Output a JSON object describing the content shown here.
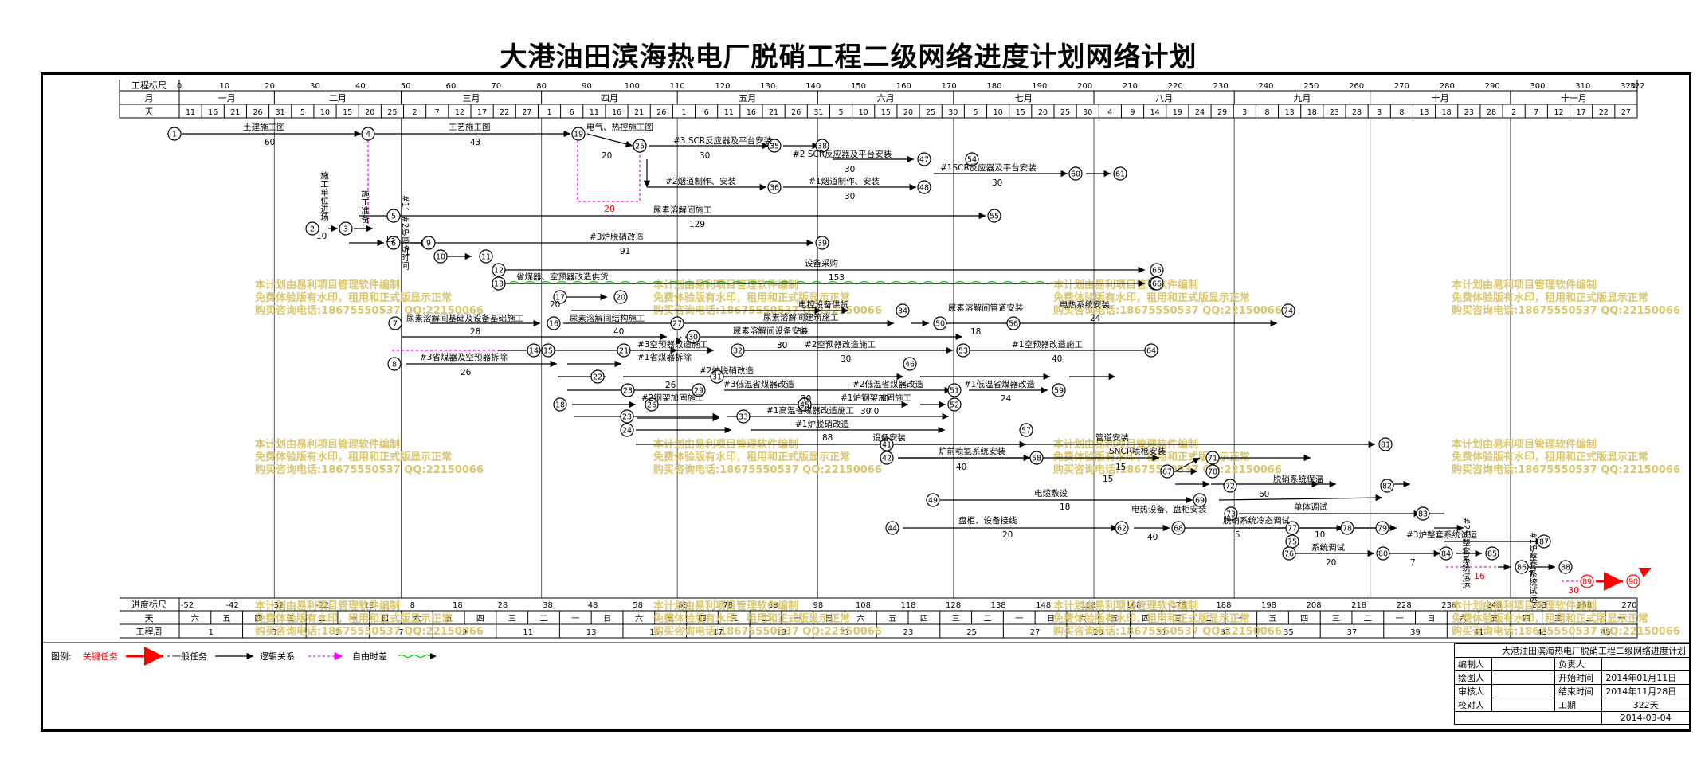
{
  "title": "大港油田滨海热电厂脱硝工程二级网络进度计划网络计划",
  "header_rows": {
    "scale_label": "工程标尺",
    "month_label": "月",
    "day_label": "天",
    "scale_ticks": [
      "0",
      "10",
      "20",
      "30",
      "40",
      "50",
      "60",
      "70",
      "80",
      "90",
      "100",
      "110",
      "120",
      "130",
      "140",
      "150",
      "160",
      "170",
      "180",
      "190",
      "200",
      "210",
      "220",
      "230",
      "240",
      "250",
      "260",
      "270",
      "280",
      "290",
      "300",
      "310",
      "320",
      "322"
    ],
    "months": [
      "一月",
      "二月",
      "三月",
      "四月",
      "五月",
      "六月",
      "七月",
      "八月",
      "九月",
      "十月",
      "十一月"
    ],
    "days": [
      "11",
      "16",
      "21",
      "26",
      "31",
      "5",
      "10",
      "15",
      "20",
      "25",
      "2",
      "7",
      "12",
      "17",
      "22",
      "27",
      "1",
      "6",
      "11",
      "16",
      "21",
      "26",
      "1",
      "6",
      "11",
      "16",
      "21",
      "26",
      "31",
      "5",
      "10",
      "15",
      "20",
      "25",
      "30",
      "5",
      "10",
      "15",
      "20",
      "25",
      "30",
      "4",
      "9",
      "14",
      "19",
      "24",
      "29",
      "3",
      "8",
      "13",
      "18",
      "23",
      "28",
      "3",
      "8",
      "13",
      "18",
      "23",
      "28",
      "2",
      "7",
      "12",
      "17",
      "22",
      "27"
    ]
  },
  "footer_rows": {
    "progress_label": "进度标尺",
    "weekday_label": "天",
    "week_label": "工程周",
    "progress_ticks": [
      "-52",
      "-42",
      "-32",
      "-22",
      "-12",
      "8",
      "18",
      "28",
      "38",
      "48",
      "58",
      "68",
      "78",
      "88",
      "98",
      "108",
      "118",
      "128",
      "138",
      "148",
      "158",
      "168",
      "178",
      "188",
      "198",
      "208",
      "218",
      "228",
      "238",
      "248",
      "258",
      "268",
      "270"
    ],
    "weekdays": [
      "六",
      "五",
      "四",
      "三",
      "二",
      "一",
      "日",
      "六",
      "五",
      "四",
      "三",
      "二",
      "一",
      "日",
      "六",
      "五",
      "四",
      "三",
      "二",
      "一",
      "日",
      "六",
      "五",
      "四",
      "三",
      "二",
      "一",
      "日",
      "六",
      "五",
      "四",
      "三",
      "二",
      "一",
      "五",
      "四",
      "三",
      "二",
      "一",
      "日",
      "六",
      "五",
      "四",
      "三",
      "二",
      "一"
    ],
    "weeks": [
      "1",
      "3",
      "5",
      "7",
      "9",
      "11",
      "13",
      "15",
      "17",
      "19",
      "21",
      "23",
      "25",
      "27",
      "29",
      "31",
      "33",
      "35",
      "37",
      "39",
      "41",
      "43",
      "45"
    ]
  },
  "watermark": {
    "line1": "本计划由易利项目管理软件编制",
    "line2": "免费体验版有水印，租用和正式版显示正常",
    "line3": "购买咨询电话:18675550537 QQ:22150066"
  },
  "legend": {
    "label": "图例:",
    "critical": "关键任务",
    "normal": "一般任务",
    "logic": "逻辑关系",
    "free": "自由时差"
  },
  "info": {
    "title": "大港油田滨海热电厂脱硝工程二级网络进度计划",
    "compiler": "编制人",
    "owner": "负责人",
    "drawer": "绘图人",
    "start_label": "开始时间",
    "start_value": "2014年01月11日",
    "reviewer": "审核人",
    "end_label": "结束时间",
    "end_value": "2014年11月28日",
    "checker": "校对人",
    "duration_label": "工期",
    "duration_value": "322天",
    "date": "2014-03-04"
  },
  "tasks": [
    {
      "id": "t1",
      "name": "土建施工图",
      "duration": "60"
    },
    {
      "id": "t2",
      "name": "工艺施工图",
      "duration": "43"
    },
    {
      "id": "t3",
      "name": "电气、热控施工图",
      "duration": "20"
    },
    {
      "id": "t4",
      "name": "#3 SCR反应器及平台安装",
      "duration": "30"
    },
    {
      "id": "t5",
      "name": "#2 SCR反应器及平台安装",
      "duration": "30"
    },
    {
      "id": "t6",
      "name": "#1SCR反应器及平台安装",
      "duration": "30"
    },
    {
      "id": "t7",
      "name": "#2烟道制作、安装",
      "duration": ""
    },
    {
      "id": "t8",
      "name": "#1烟道制作、安装",
      "duration": "30"
    },
    {
      "id": "t9",
      "name": "尿素溶解间施工",
      "duration": "129"
    },
    {
      "id": "t10",
      "name": "#3炉脱硝改造",
      "duration": "91"
    },
    {
      "id": "t11",
      "name": "设备采购",
      "duration": "153"
    },
    {
      "id": "t12",
      "name": "省煤器、空预器改造供货",
      "duration": "20"
    },
    {
      "id": "t13",
      "name": "尿素溶解间基础及设备基础施工",
      "duration": "28"
    },
    {
      "id": "t14",
      "name": "尿素溶解间结构施工",
      "duration": "40"
    },
    {
      "id": "t15",
      "name": "尿素溶解间建筑施工",
      "duration": "30"
    },
    {
      "id": "t16",
      "name": "尿素溶解间设备安装",
      "duration": "30"
    },
    {
      "id": "t17",
      "name": "尿素溶解间管道安装",
      "duration": "18"
    },
    {
      "id": "t18",
      "name": "电控设备供货",
      "duration": ""
    },
    {
      "id": "t19",
      "name": "电热系统安装",
      "duration": "24"
    },
    {
      "id": "t20",
      "name": "#3空预器改造施工",
      "duration": "30"
    },
    {
      "id": "t21",
      "name": "#2空预器改造施工",
      "duration": "30"
    },
    {
      "id": "t22",
      "name": "#1空预器改造施工",
      "duration": "40"
    },
    {
      "id": "t23",
      "name": "#3省煤器及空预器拆除",
      "duration": "26"
    },
    {
      "id": "t24",
      "name": "#1省煤器拆除",
      "duration": "26"
    },
    {
      "id": "t25",
      "name": "#2炉脱硝改造",
      "duration": "40"
    },
    {
      "id": "t26",
      "name": "#3低温省煤器改造",
      "duration": "30"
    },
    {
      "id": "t27",
      "name": "#2低温省煤器改造",
      "duration": "30"
    },
    {
      "id": "t28",
      "name": "#1低温省煤器改造",
      "duration": "24"
    },
    {
      "id": "t29",
      "name": "#1炉钢架加固施工",
      "duration": "40"
    },
    {
      "id": "t30",
      "name": "#2钢架加固施工",
      "duration": ""
    },
    {
      "id": "t31",
      "name": "#1高温省煤器改造施工",
      "duration": "30"
    },
    {
      "id": "t32",
      "name": "#1炉脱硝改造",
      "duration": "88"
    },
    {
      "id": "t33",
      "name": "设备安装",
      "duration": "30"
    },
    {
      "id": "t34",
      "name": "炉前喷氨系统安装",
      "duration": "40"
    },
    {
      "id": "t35",
      "name": "管道安装",
      "duration": "15"
    },
    {
      "id": "t36",
      "name": "SNCR喷枪安装",
      "duration": "15"
    },
    {
      "id": "t37",
      "name": "脱硝系统保温",
      "duration": "60"
    },
    {
      "id": "t38",
      "name": "电缆敷设",
      "duration": "18"
    },
    {
      "id": "t39",
      "name": "电热设备、盘柜安装",
      "duration": "40"
    },
    {
      "id": "t40",
      "name": "盘柜、设备接线",
      "duration": "20"
    },
    {
      "id": "t41",
      "name": "脱硝系统冷态调试",
      "duration": "5"
    },
    {
      "id": "t42",
      "name": "单体调试",
      "duration": "10"
    },
    {
      "id": "t43",
      "name": "系统调试",
      "duration": "20"
    },
    {
      "id": "t44",
      "name": "#3炉整套系统试运",
      "duration": "7"
    },
    {
      "id": "t45",
      "name": "#2炉整套系统试运",
      "duration": "7"
    },
    {
      "id": "t46",
      "name": "#1炉整套系统试运",
      "duration": "7"
    },
    {
      "id": "t47",
      "name": "施工单位进场",
      "duration": "10"
    },
    {
      "id": "t48",
      "name": "施工准备",
      "duration": "13"
    },
    {
      "id": "t49",
      "name": "#1、#2炉停炉时间",
      "duration": "1"
    }
  ],
  "floats": [
    "20",
    "16",
    "30"
  ],
  "colors": {
    "critical": "#ff0000",
    "float": "#ff00ff",
    "free": "#00cc00",
    "watermark": "#d9c66e"
  }
}
